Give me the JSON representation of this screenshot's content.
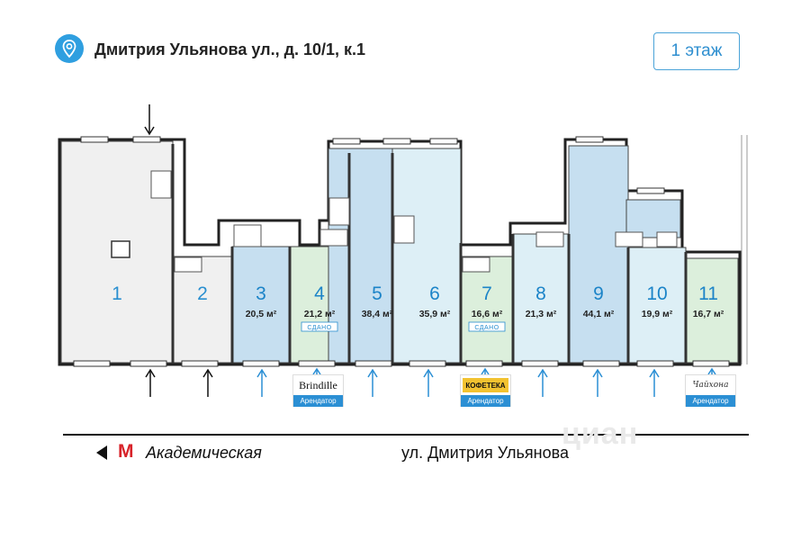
{
  "header": {
    "address": "Дмитрия Ульянова ул., д. 10/1, к.1",
    "location_icon": "map-pin-icon",
    "floor_label": "1 этаж"
  },
  "units": [
    {
      "number": "1",
      "area": "",
      "status": "",
      "fill": "#f0f0f0"
    },
    {
      "number": "2",
      "area": "",
      "status": "",
      "fill": "#f0f0f0"
    },
    {
      "number": "3",
      "area": "20,5 м²",
      "status": "",
      "fill": "#c6dff0"
    },
    {
      "number": "4",
      "area": "21,2 м²",
      "status": "СДАНО",
      "fill": "#dcefdc"
    },
    {
      "number": "5",
      "area": "38,4 м²",
      "status": "",
      "fill": "#c6dff0"
    },
    {
      "number": "6",
      "area": "35,9 м²",
      "status": "",
      "fill": "#ddeff6"
    },
    {
      "number": "7",
      "area": "16,6 м²",
      "status": "СДАНО",
      "fill": "#dcefdc"
    },
    {
      "number": "8",
      "area": "21,3 м²",
      "status": "",
      "fill": "#ddeff6"
    },
    {
      "number": "9",
      "area": "44,1 м²",
      "status": "",
      "fill": "#c6dff0"
    },
    {
      "number": "10",
      "area": "19,9 м²",
      "status": "",
      "fill": "#ddeff6"
    },
    {
      "number": "11",
      "area": "16,7 м²",
      "status": "",
      "fill": "#dcefdc"
    }
  ],
  "tenants": [
    {
      "name": "Brindille",
      "status": "Арендатор"
    },
    {
      "name": "КОФЕТЕКА",
      "status": "Арендатор"
    },
    {
      "name": "Чайхона",
      "status": "Арендатор"
    }
  ],
  "street": {
    "metro_logo": "М",
    "metro_station": "Академическая",
    "street_name": "ул. Дмитрия Ульянова",
    "direction_icon": "left-arrow-icon"
  },
  "watermark": "циан",
  "colors": {
    "accent": "#2f9fe0",
    "available_dark": "#c6dff0",
    "available_light": "#ddeff6",
    "rented": "#dcefdc",
    "common": "#f0f0f0"
  }
}
